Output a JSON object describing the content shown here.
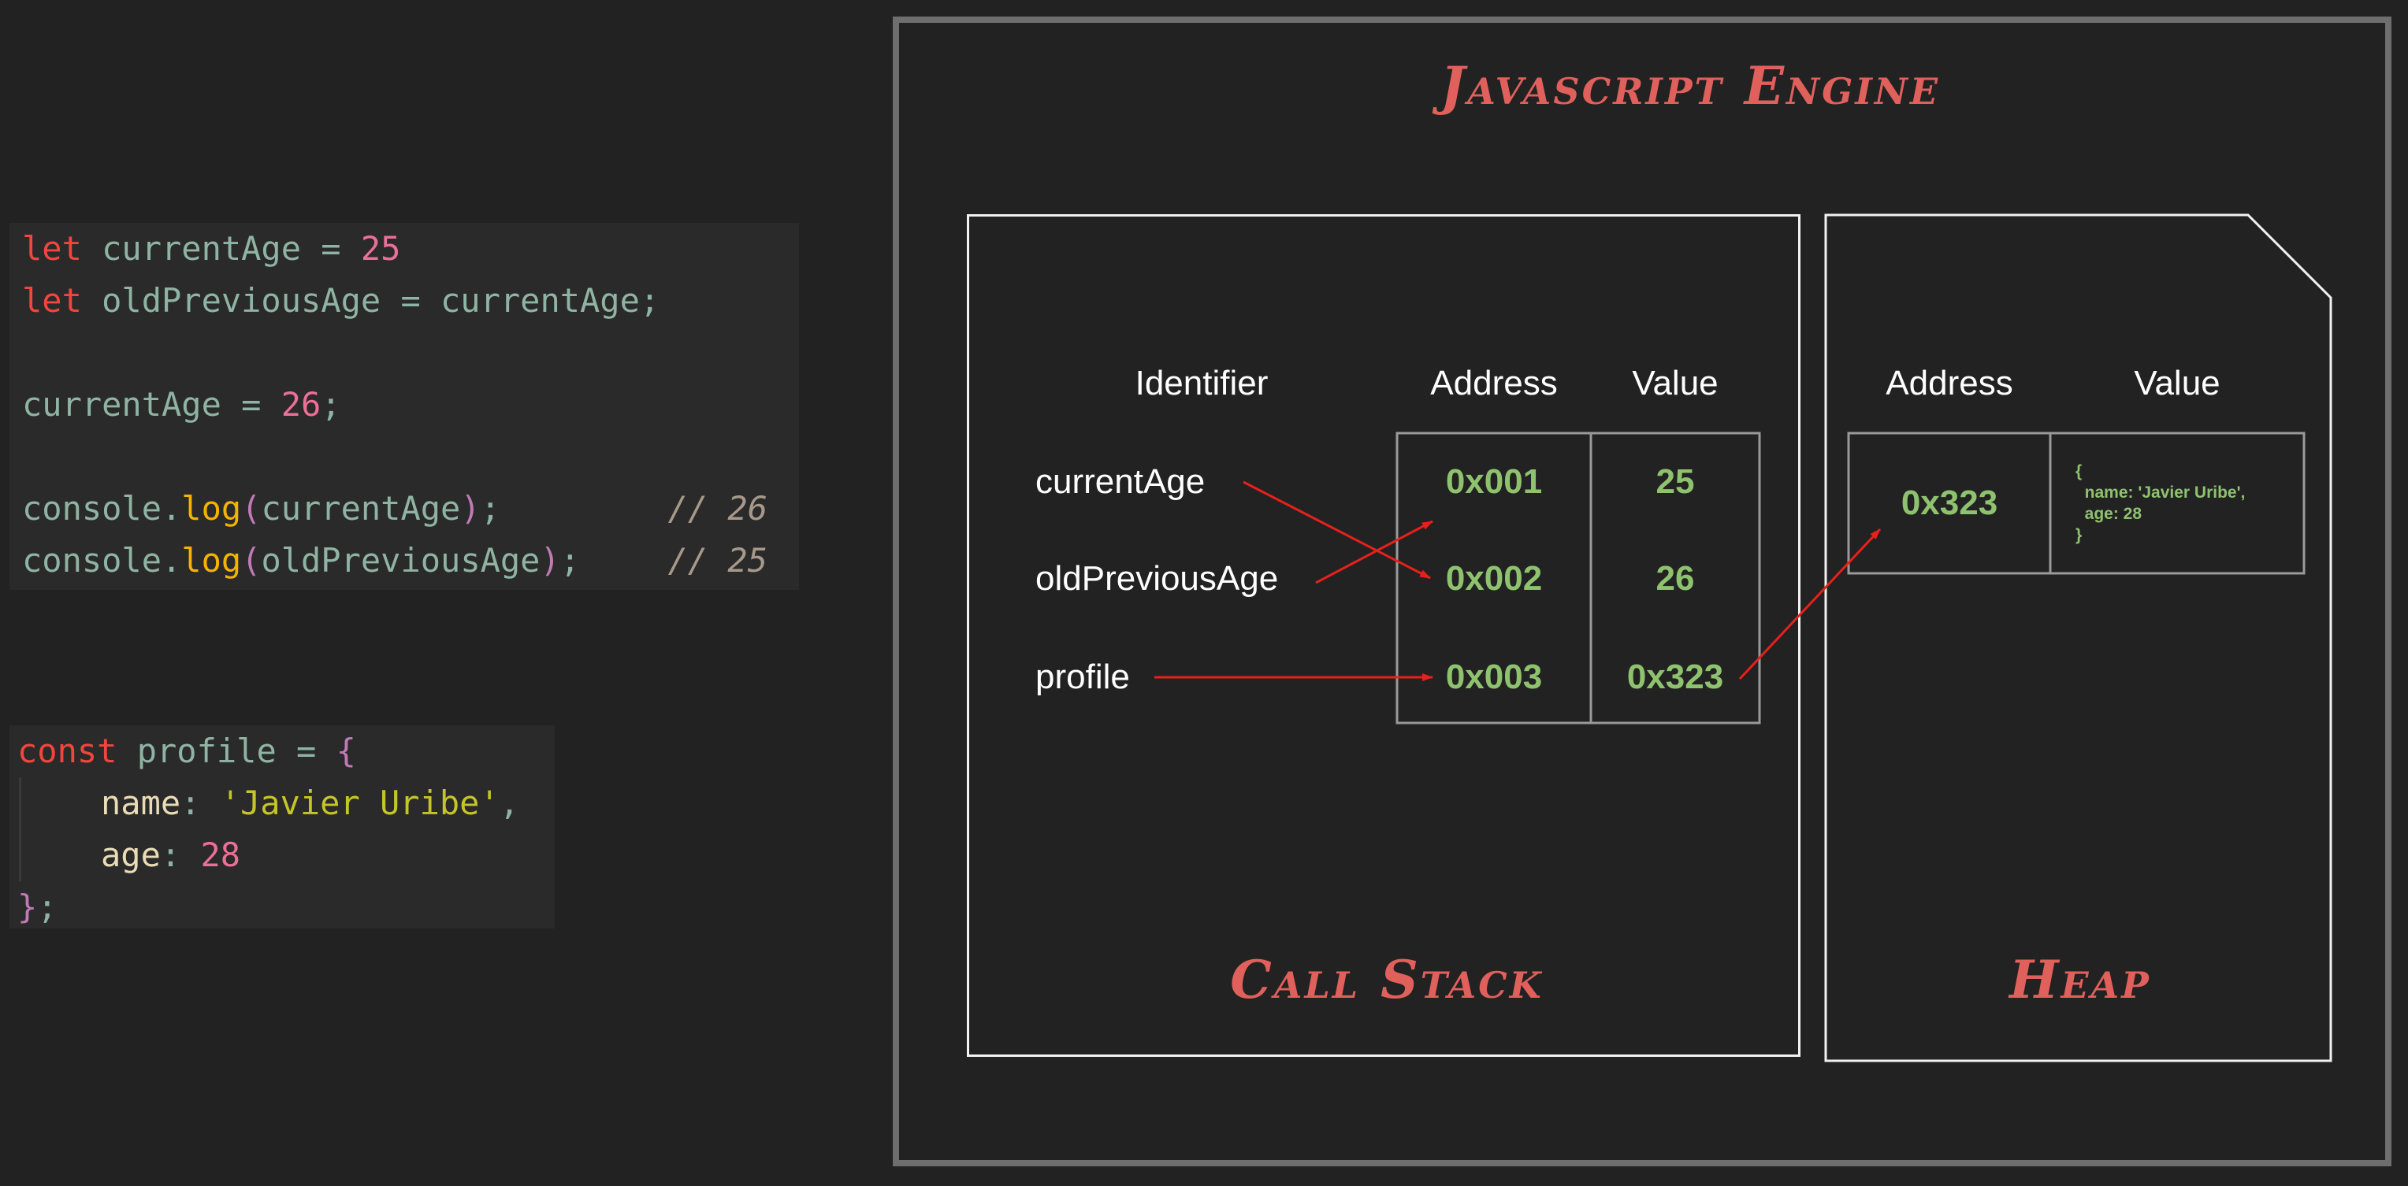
{
  "code_block_1": {
    "lines": [
      {
        "kw": "let",
        "rest": " currentAge = ",
        "num": "25",
        "end": ""
      },
      {
        "kw": "let",
        "rest": " oldPreviousAge = currentAge;",
        "num": "",
        "end": ""
      }
    ],
    "assign": {
      "name": "currentAge = ",
      "num": "26",
      "end": ";"
    },
    "log1": {
      "obj": "console.",
      "fn": "log",
      "open": "(",
      "arg": "currentAge",
      "close": ")",
      "end": ";",
      "comment": "// 26"
    },
    "log2": {
      "obj": "console.",
      "fn": "log",
      "open": "(",
      "arg": "oldPreviousAge",
      "close": ")",
      "end": ";",
      "comment": "// 25"
    }
  },
  "code_block_2": {
    "decl_kw": "const",
    "decl_rest": " profile = ",
    "open_brace": "{",
    "prop1_key": "name",
    "prop1_colon": ": ",
    "prop1_value": "'Javier Uribe'",
    "prop1_comma": ",",
    "prop2_key": "age",
    "prop2_colon": ": ",
    "prop2_value": "28",
    "close_brace": "}",
    "close_end": ";"
  },
  "diagram": {
    "title": "Javascript Engine",
    "call_stack": {
      "title": "Call Stack",
      "headers": {
        "identifier": "Identifier",
        "address": "Address",
        "value": "Value"
      },
      "identifiers": [
        "currentAge",
        "oldPreviousAge",
        "profile"
      ],
      "rows": [
        {
          "address": "0x001",
          "value": "25"
        },
        {
          "address": "0x002",
          "value": "26"
        },
        {
          "address": "0x003",
          "value": "0x323"
        }
      ],
      "links": [
        {
          "from": "currentAge",
          "to": "0x002"
        },
        {
          "from": "oldPreviousAge",
          "to": "0x001"
        },
        {
          "from": "profile",
          "to": "0x003"
        }
      ]
    },
    "heap": {
      "title": "Heap",
      "headers": {
        "address": "Address",
        "value": "Value"
      },
      "address": "0x323",
      "value_lines": [
        "{",
        "  name: 'Javier Uribe',",
        "  age: 28",
        "}"
      ],
      "link": {
        "from": "0x323",
        "to": "0x323"
      }
    },
    "colors": {
      "title": "#e0605c",
      "cell_text": "#8fc26f",
      "arrow": "#e8201c",
      "border": "#f2f2f2",
      "frame": "#6e6e6e"
    }
  }
}
